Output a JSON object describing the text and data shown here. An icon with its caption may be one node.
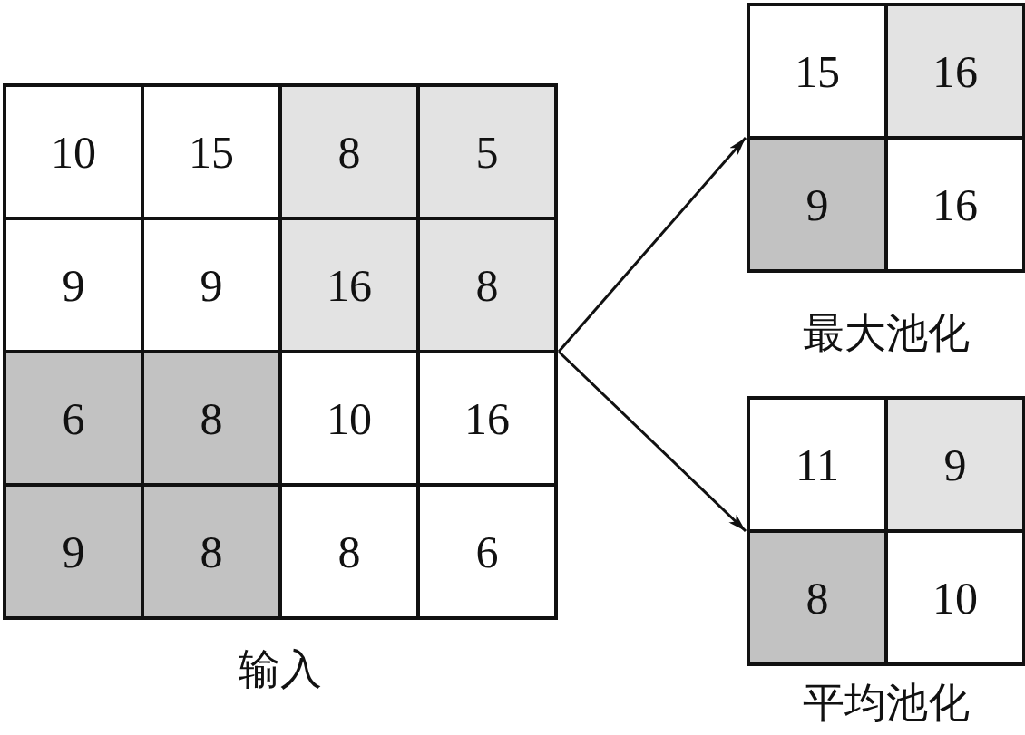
{
  "diagram": {
    "nodes": [
      {
        "text": [
          "输入"
        ]
      },
      {
        "text": [
          "10"
        ],
        "in": 0
      },
      {
        "text": [
          "15"
        ],
        "in": 0
      },
      {
        "text": [
          "8"
        ],
        "in": 0
      },
      {
        "text": [
          "5"
        ],
        "in": 0
      },
      {
        "text": [
          "9"
        ],
        "in": 0
      },
      {
        "text": [
          "9"
        ],
        "in": 0
      },
      {
        "text": [
          "16"
        ],
        "in": 0
      },
      {
        "text": [
          "8"
        ],
        "in": 0
      },
      {
        "text": [
          "6"
        ],
        "in": 0
      },
      {
        "text": [
          "8"
        ],
        "in": 0
      },
      {
        "text": [
          "10"
        ],
        "in": 0
      },
      {
        "text": [
          "16"
        ],
        "in": 0
      },
      {
        "text": [
          "9"
        ],
        "in": 0
      },
      {
        "text": [
          "8"
        ],
        "in": 0
      },
      {
        "text": [
          "8"
        ],
        "in": 0
      },
      {
        "text": [
          "6"
        ],
        "in": 0
      },
      {
        "text": [
          "最大池化"
        ]
      },
      {
        "text": [
          "15"
        ],
        "in": 17
      },
      {
        "text": [
          "16"
        ],
        "in": 17
      },
      {
        "text": [
          "9"
        ],
        "in": 17
      },
      {
        "text": [
          "16"
        ],
        "in": 17
      },
      {
        "text": [
          "平均池化"
        ]
      },
      {
        "text": [
          "11"
        ],
        "in": 22
      },
      {
        "text": [
          "9"
        ],
        "in": 22
      },
      {
        "text": [
          "8"
        ],
        "in": 22
      },
      {
        "text": [
          "10"
        ],
        "in": 22
      }
    ],
    "edges": [
      {
        "from": 0,
        "to": 17,
        "arrow": "to"
      },
      {
        "from": 0,
        "to": 22,
        "arrow": "to"
      }
    ]
  }
}
